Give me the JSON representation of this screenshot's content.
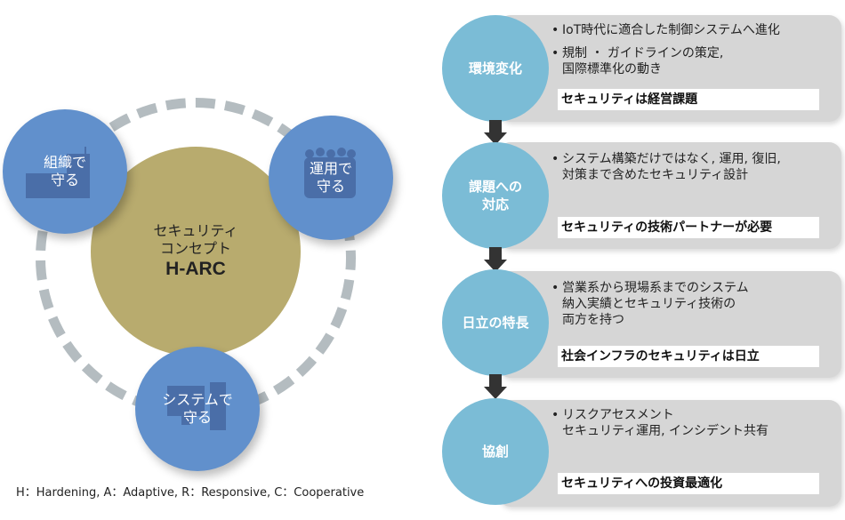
{
  "concept": {
    "line1": "セキュリティ",
    "line2": "コンセプト",
    "name": "H-ARC"
  },
  "pillars": [
    {
      "line1": "組織で",
      "line2": "守る",
      "icon": "building-icon"
    },
    {
      "line1": "運用で",
      "line2": "守る",
      "icon": "people-icon"
    },
    {
      "line1": "システムで",
      "line2": "守る",
      "icon": "computer-icon"
    }
  ],
  "legend": "H：Hardening, A：Adaptive, R：Responsive, C：Cooperative",
  "steps": [
    {
      "title1": "環境変化",
      "title2": "",
      "bullets": [
        [
          "IoT時代に適合した制御システムへ進化"
        ],
        [
          "規制 ・ ガイドラインの策定,",
          "国際標準化の動き"
        ]
      ],
      "conclusion": "セキュリティは経営課題"
    },
    {
      "title1": "課題への",
      "title2": "対応",
      "bullets": [
        [
          "システム構築だけではなく, 運用, 復旧,",
          "対策まで含めたセキュリティ設計"
        ]
      ],
      "conclusion": "セキュリティの技術パートナーが必要"
    },
    {
      "title1": "日立の特長",
      "title2": "",
      "bullets": [
        [
          "営業系から現場系までのシステム",
          "納入実績とセキュリティ技術の",
          "両方を持つ"
        ]
      ],
      "conclusion": "社会インフラのセキュリティは日立"
    },
    {
      "title1": "協創",
      "title2": "",
      "bullets": [
        [
          "リスクアセスメント",
          "セキュリティ運用,  インシデント共有"
        ]
      ],
      "conclusion": "セキュリティへの投資最適化"
    }
  ],
  "colors": {
    "gold": "#b8ab6e",
    "blue": "#6190cc",
    "step": "#7bbcd6",
    "box": "#d6d6d6"
  }
}
